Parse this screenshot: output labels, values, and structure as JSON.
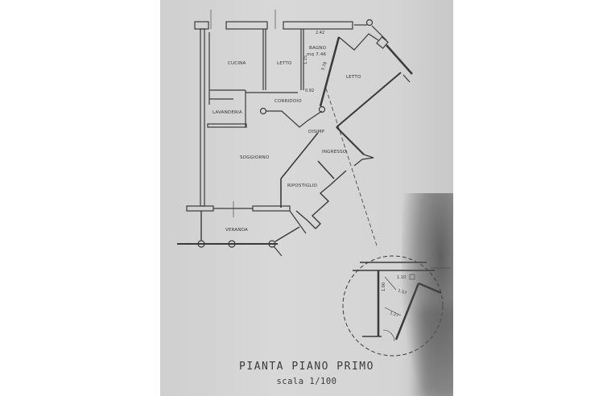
{
  "plan": {
    "title": "PIANTA PIANO PRIMO",
    "scale": "scala 1/100",
    "rooms": {
      "cucina": "CUCINA",
      "letto1": "LETTO",
      "bagno": "BAGNO",
      "bagno_area": "mq  7.46",
      "letto2": "LETTO",
      "corridoio": "CORRIDOIO",
      "lavanderia": "LAVANDERIA",
      "disimp": "DISIMP",
      "soggiorno": "SOGGIORNO",
      "ingresso": "INGRESSO",
      "ripostiglio": "RIPOSTIGLIO",
      "veranda": "VERANDA"
    },
    "dimensions": {
      "bagno_width": "2.42",
      "bagno_diag": "3.78",
      "bagno_side": "1.15",
      "bagno_door": "0.92",
      "detail_top": "1.10",
      "detail_side": "1.00",
      "detail_diag1": "1.57",
      "detail_diag2": "1.27"
    },
    "colors": {
      "paper": "#d4d4d4",
      "ink": "#3a3a3a",
      "background": "#ffffff"
    }
  }
}
